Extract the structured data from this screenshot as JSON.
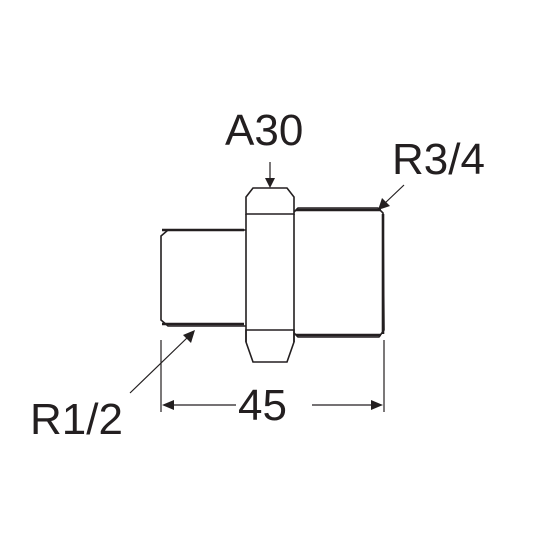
{
  "labels": {
    "hex_size": "A30",
    "thread_large": "R3/4",
    "thread_small": "R1/2",
    "length": "45"
  }
}
